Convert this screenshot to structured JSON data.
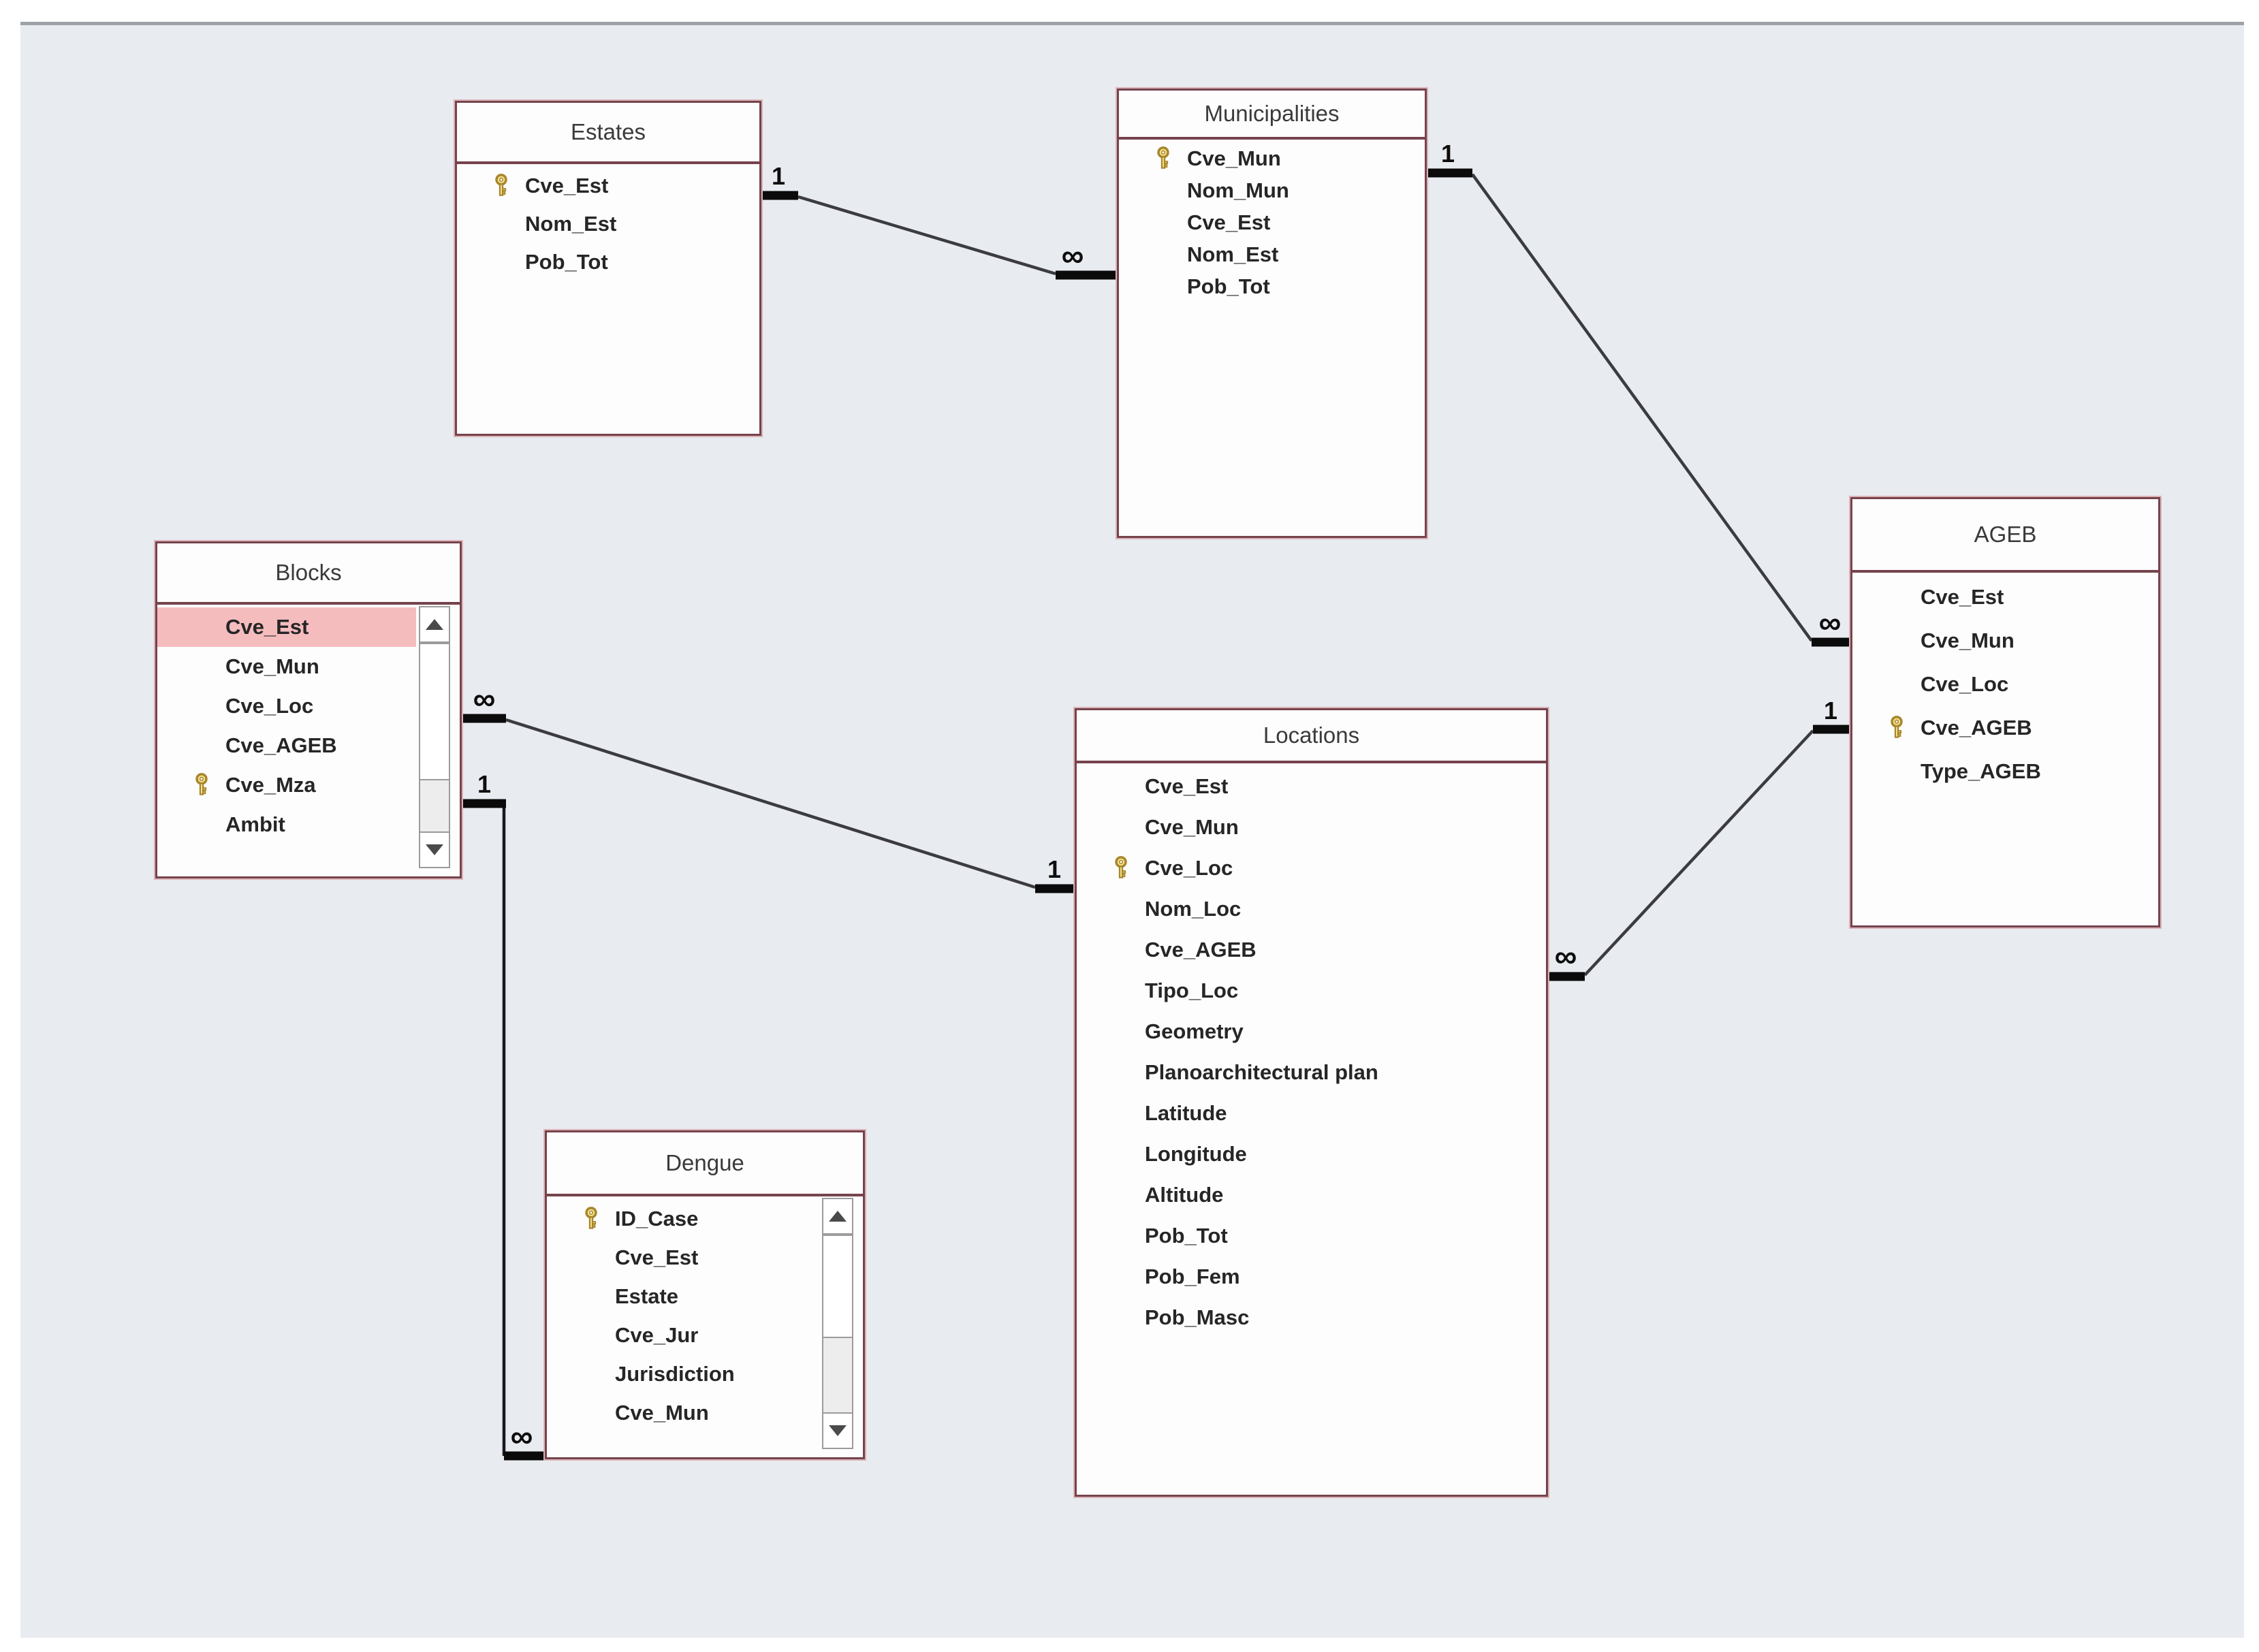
{
  "diagram": {
    "kind": "database-relationships",
    "canvas_color": "#e8ebf0",
    "table_border_color": "#75434c",
    "highlight_row_color": "#f5bcbe",
    "key_icon_color": "#b8962e",
    "line_color": "#3c3c40"
  },
  "tables": [
    {
      "name": "Estates",
      "fields": [
        {
          "name": "Cve_Est",
          "key": true
        },
        {
          "name": "Nom_Est"
        },
        {
          "name": "Pob_Tot"
        }
      ]
    },
    {
      "name": "Municipalities",
      "fields": [
        {
          "name": "Cve_Mun",
          "key": true
        },
        {
          "name": "Nom_Mun"
        },
        {
          "name": "Cve_Est"
        },
        {
          "name": "Nom_Est"
        },
        {
          "name": "Pob_Tot"
        }
      ]
    },
    {
      "name": "Blocks",
      "scrollbar": true,
      "fields": [
        {
          "name": "Cve_Est",
          "selected": true
        },
        {
          "name": "Cve_Mun"
        },
        {
          "name": "Cve_Loc"
        },
        {
          "name": "Cve_AGEB"
        },
        {
          "name": "Cve_Mza",
          "key": true
        },
        {
          "name": "Ambit"
        }
      ]
    },
    {
      "name": "AGEB",
      "fields": [
        {
          "name": "Cve_Est"
        },
        {
          "name": "Cve_Mun"
        },
        {
          "name": "Cve_Loc"
        },
        {
          "name": "Cve_AGEB",
          "key": true
        },
        {
          "name": "Type_AGEB"
        }
      ]
    },
    {
      "name": "Locations",
      "fields": [
        {
          "name": "Cve_Est"
        },
        {
          "name": "Cve_Mun"
        },
        {
          "name": "Cve_Loc",
          "key": true
        },
        {
          "name": "Nom_Loc"
        },
        {
          "name": "Cve_AGEB"
        },
        {
          "name": "Tipo_Loc"
        },
        {
          "name": "Geometry"
        },
        {
          "name": "Planoarchitectural plan"
        },
        {
          "name": "Latitude"
        },
        {
          "name": "Longitude"
        },
        {
          "name": "Altitude"
        },
        {
          "name": "Pob_Tot"
        },
        {
          "name": "Pob_Fem"
        },
        {
          "name": "Pob_Masc"
        }
      ]
    },
    {
      "name": "Dengue",
      "scrollbar": true,
      "fields": [
        {
          "name": "ID_Case",
          "key": true
        },
        {
          "name": "Cve_Est"
        },
        {
          "name": "Estate"
        },
        {
          "name": "Cve_Jur"
        },
        {
          "name": "Jurisdiction"
        },
        {
          "name": "Cve_Mun"
        }
      ]
    }
  ],
  "relationships": [
    {
      "table_a": "Estates",
      "card_a": "1",
      "table_b": "Municipalities",
      "card_b": "∞"
    },
    {
      "table_a": "Municipalities",
      "card_a": "1",
      "table_b": "AGEB",
      "card_b": "∞"
    },
    {
      "table_a": "Blocks",
      "card_a": "∞",
      "table_b": "Locations",
      "card_b": "1"
    },
    {
      "table_a": "Blocks",
      "card_a": "1",
      "table_b": "Dengue",
      "card_b": "∞"
    },
    {
      "table_a": "Locations",
      "card_a": "∞",
      "table_b": "AGEB",
      "card_b": "1"
    }
  ]
}
